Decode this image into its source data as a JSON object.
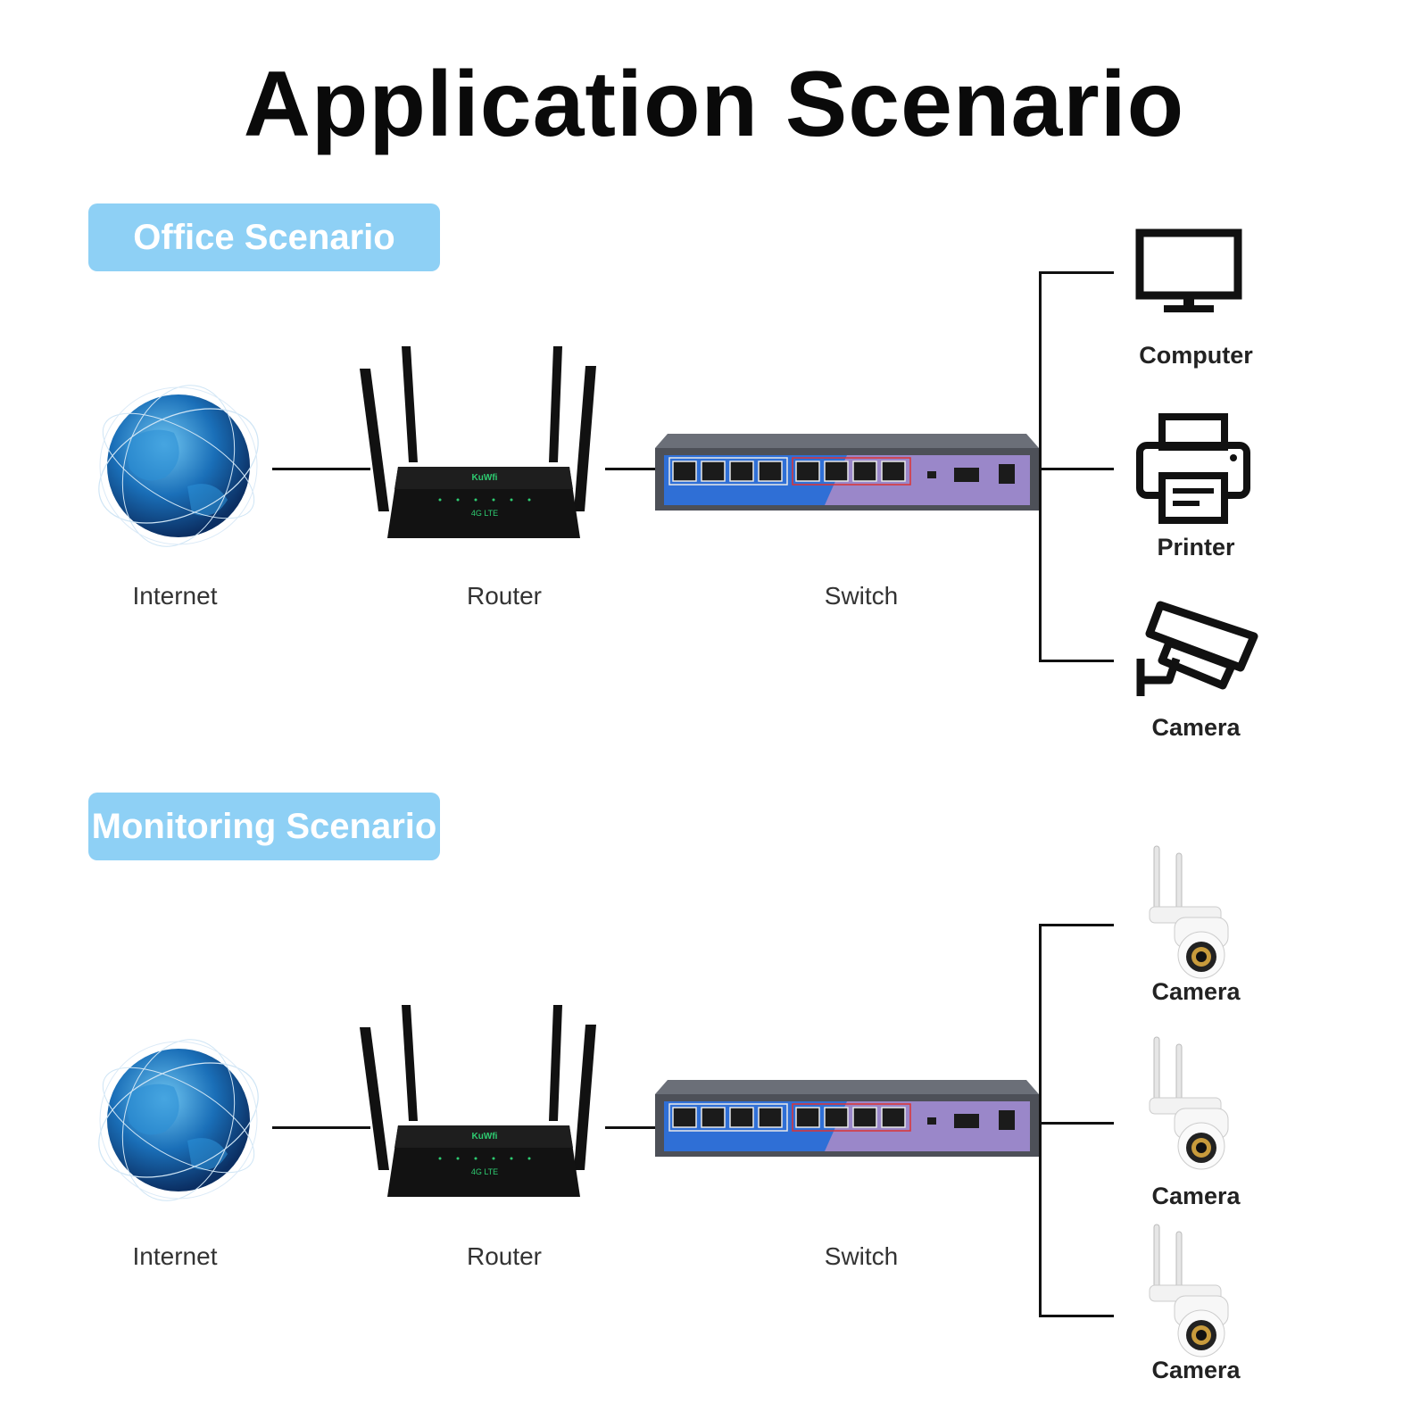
{
  "title": "Application Scenario",
  "office": {
    "badge": "Office Scenario",
    "nodes": {
      "internet": "Internet",
      "router": "Router",
      "switch": "Switch"
    },
    "devices": [
      "Computer",
      "Printer",
      "Camera"
    ]
  },
  "monitoring": {
    "badge": "Monitoring Scenario",
    "nodes": {
      "internet": "Internet",
      "router": "Router",
      "switch": "Switch"
    },
    "devices": [
      "Camera",
      "Camera",
      "Camera"
    ]
  },
  "router_brand": "KuWfi",
  "router_model": "4G LTE",
  "colors": {
    "badge": "#8ed0f5",
    "switch_blue": "#2f6fd6",
    "switch_purple": "#9a87c9",
    "globe": "#1a6fb8"
  }
}
